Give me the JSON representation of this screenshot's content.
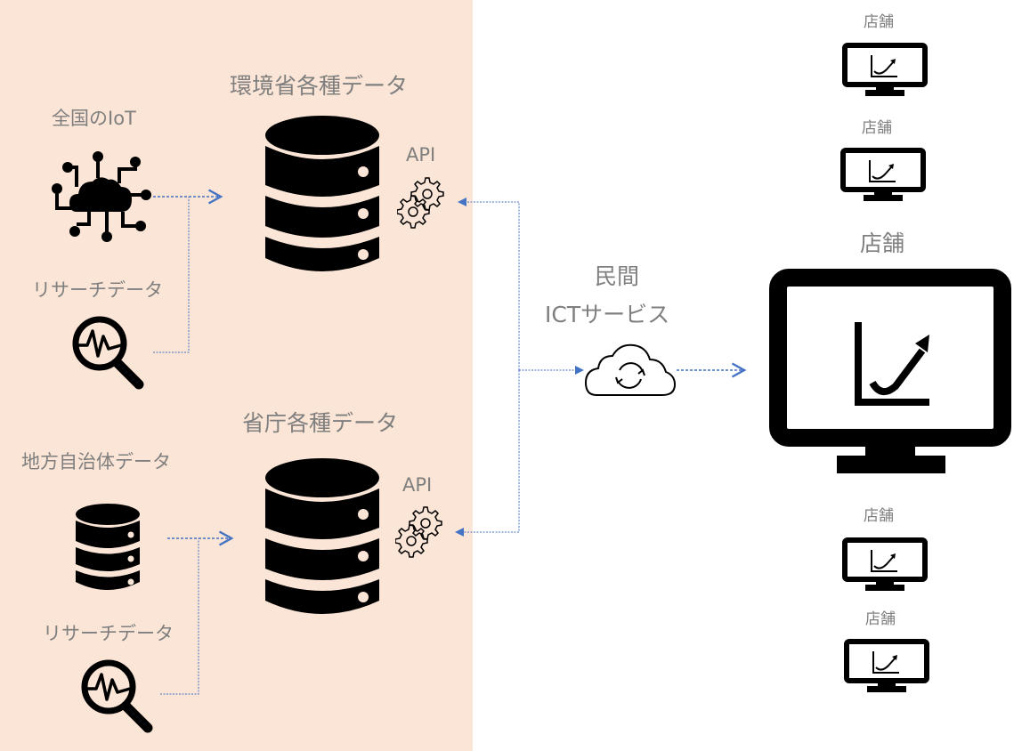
{
  "diagram": {
    "colors": {
      "panel_bg": "#fbe5d6",
      "connector": "#4472c4",
      "text": "#7f7f7f",
      "icon": "#000000"
    },
    "sources": {
      "iot_label": "全国のIoT",
      "research1_label": "リサーチデータ",
      "local_gov_label": "地方自治体データ",
      "research2_label": "リサーチデータ"
    },
    "databases": {
      "env_label": "環境省各種データ",
      "env_api_label": "API",
      "gov_label": "省庁各種データ",
      "gov_api_label": "API"
    },
    "service": {
      "line1": "民間",
      "line2": "ICTサービス"
    },
    "stores": [
      {
        "label": "店舗"
      },
      {
        "label": "店舗"
      },
      {
        "label": "店舗"
      },
      {
        "label": "店舗"
      },
      {
        "label": "店舗"
      }
    ],
    "icons": {
      "iot": "iot-cloud-icon",
      "research": "magnifier-pulse-icon",
      "database": "database-icon",
      "api": "gears-icon",
      "cloud": "cloud-sync-icon",
      "store": "monitor-chart-icon"
    }
  }
}
